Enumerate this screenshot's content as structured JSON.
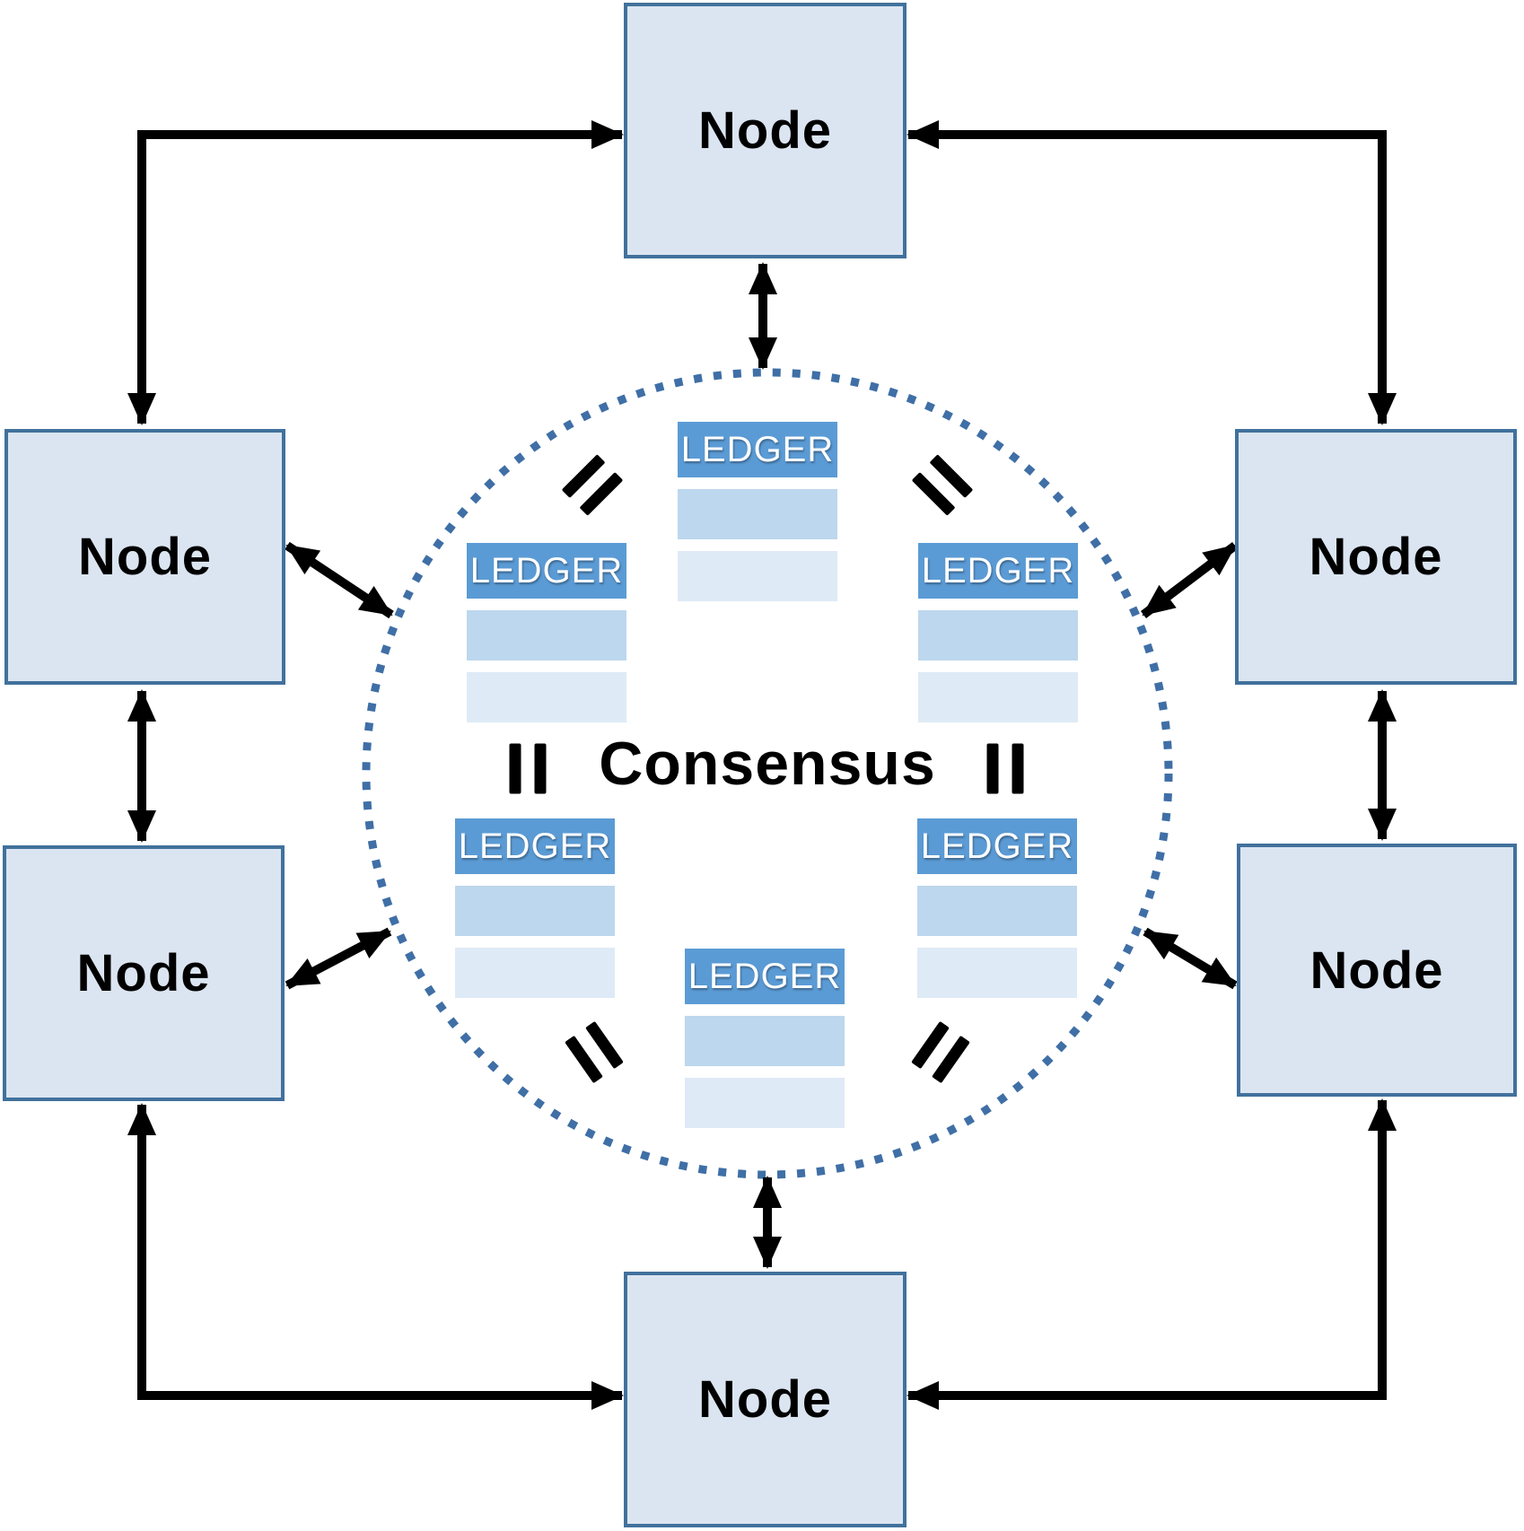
{
  "diagram": {
    "center_label": "Consensus",
    "nodes": [
      {
        "id": "top",
        "label": "Node"
      },
      {
        "id": "left-upper",
        "label": "Node"
      },
      {
        "id": "left-lower",
        "label": "Node"
      },
      {
        "id": "right-upper",
        "label": "Node"
      },
      {
        "id": "right-lower",
        "label": "Node"
      },
      {
        "id": "bottom",
        "label": "Node"
      }
    ],
    "ledgers": [
      {
        "id": "top-center",
        "title": "LEDGER"
      },
      {
        "id": "mid-left",
        "title": "LEDGER"
      },
      {
        "id": "mid-right",
        "title": "LEDGER"
      },
      {
        "id": "bottom-left",
        "title": "LEDGER"
      },
      {
        "id": "bottom-right",
        "title": "LEDGER"
      },
      {
        "id": "bottom-center",
        "title": "LEDGER"
      }
    ],
    "equals_symbol": "=",
    "colors": {
      "node_fill": "#dbe5f1",
      "node_border": "#41719c",
      "ledger_header": "#5b9bd5",
      "ledger_row_1": "#bdd7ee",
      "ledger_row_2": "#deeaf6",
      "circle_dotted": "#3f6fa6",
      "arrow": "#000000",
      "text": "#000000",
      "ledger_text": "#ffffff"
    }
  }
}
